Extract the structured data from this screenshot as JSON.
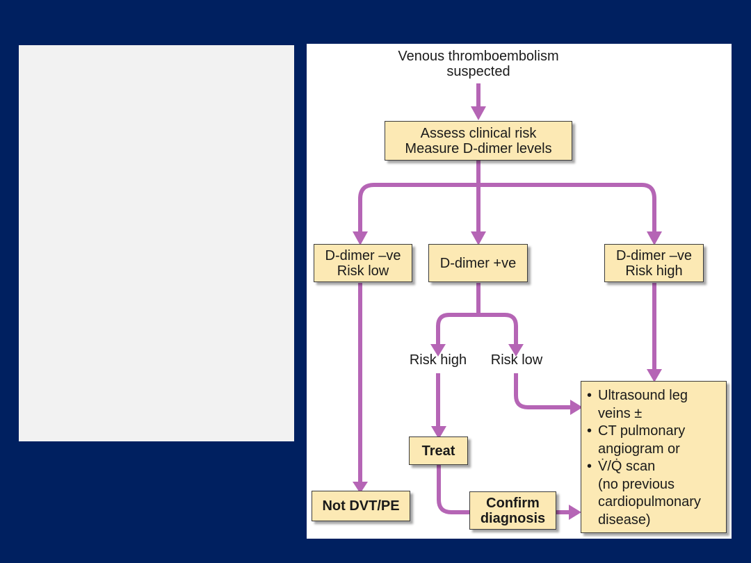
{
  "start": {
    "line1": "Venous thromboembolism",
    "line2": "suspected"
  },
  "assess": {
    "line1": "Assess clinical risk",
    "line2": "Measure D-dimer levels"
  },
  "branch_left": {
    "line1": "D-dimer –ve",
    "line2": "Risk low"
  },
  "branch_mid": {
    "label": "D-dimer +ve"
  },
  "branch_right": {
    "line1": "D-dimer –ve",
    "line2": "Risk high"
  },
  "risk_high": {
    "label": "Risk high"
  },
  "risk_low": {
    "label": "Risk low"
  },
  "treat": {
    "label": "Treat"
  },
  "not_dvt": {
    "label": "Not DVT/PE"
  },
  "confirm": {
    "line1": "Confirm",
    "line2": "diagnosis"
  },
  "tests": {
    "bullet": "•",
    "items": [
      {
        "text": "Ultrasound leg\nveins ±"
      },
      {
        "text": "CT pulmonary\nangiogram or"
      },
      {
        "text": "V̇/Q̇ scan\n(no previous\ncardiopulmonary\ndisease)"
      }
    ]
  },
  "colors": {
    "background": "#002060",
    "arrow": "#b565b5",
    "box_fill": "#fce9b4"
  }
}
